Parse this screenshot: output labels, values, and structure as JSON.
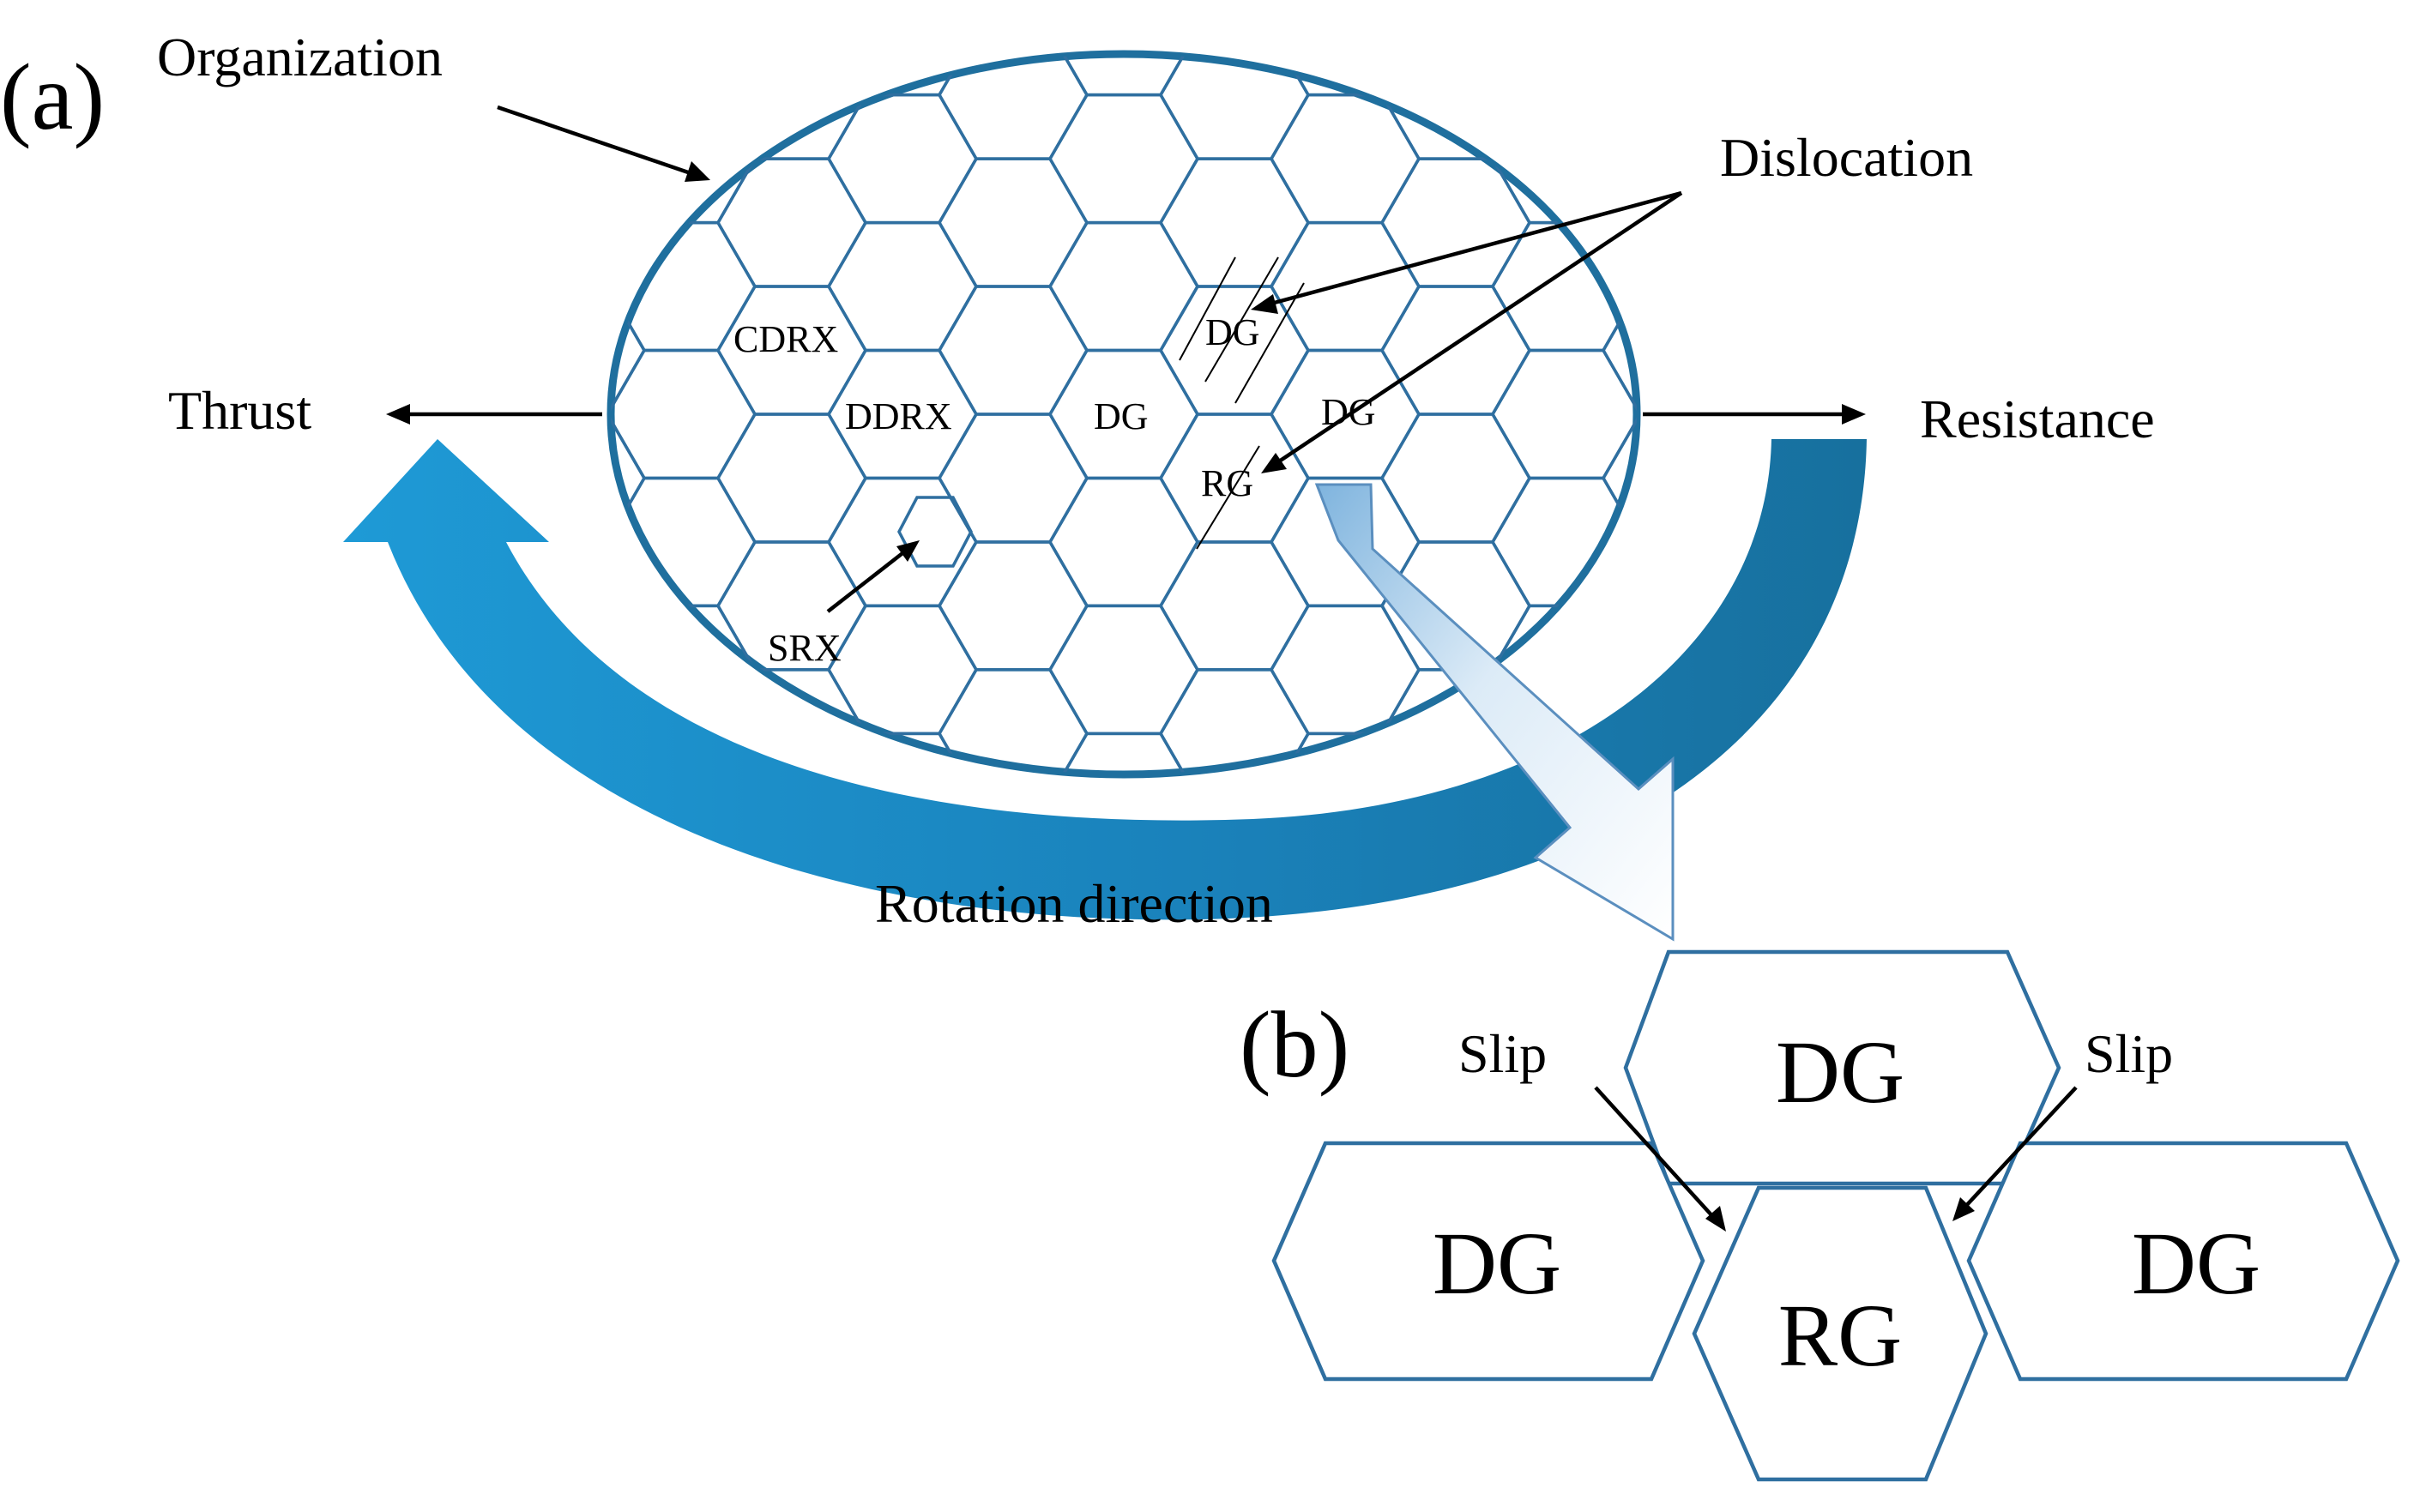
{
  "panel_a": {
    "marker": "(a)",
    "organization": "Organization",
    "dislocation": "Dislocation",
    "thrust": "Thrust",
    "resistance": "Resistance",
    "rotation": "Rotation direction",
    "grains": {
      "cdrx": "CDRX",
      "ddrx": "DDRX",
      "dg_center": "DG",
      "dg_top": "DG",
      "dg_right": "DG",
      "rg": "RG",
      "srx": "SRX"
    }
  },
  "panel_b": {
    "marker": "(b)",
    "slip_left": "Slip",
    "slip_right": "Slip",
    "dg_top": "DG",
    "dg_left": "DG",
    "dg_right": "DG",
    "rg": "RG"
  },
  "colors": {
    "hex_stroke": "#2f6fa0",
    "ellipse_stroke": "#1f6f9e",
    "arrow_light": "#1e9ad6",
    "arrow_dark": "#17709e"
  }
}
